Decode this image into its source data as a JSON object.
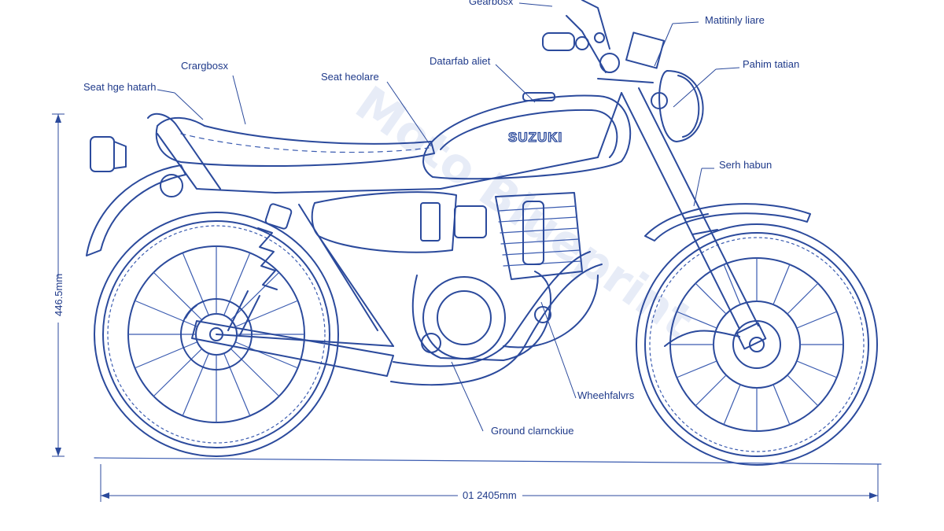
{
  "brand": "SUZUKI",
  "watermark": "Moto Blueprint",
  "colors": {
    "ink": "#2b4a9c",
    "label": "#1f3a8a",
    "background": "#ffffff"
  },
  "labels": {
    "top_cut": "Gearbosx",
    "seat_edge": "Seat hge hatarh",
    "crargbosx": "Crargbosx",
    "seat_holare": "Seat heolare",
    "datarfab": "Datarfab aliet",
    "maintly": "Matitinly liare",
    "pahim": "Pahim tatian",
    "serh": "Serh habun",
    "wheel": "Wheehfalvrs",
    "ground": "Ground clarnckiue"
  },
  "dimensions": {
    "height": "446.5mm",
    "length": "01 2405mm"
  }
}
